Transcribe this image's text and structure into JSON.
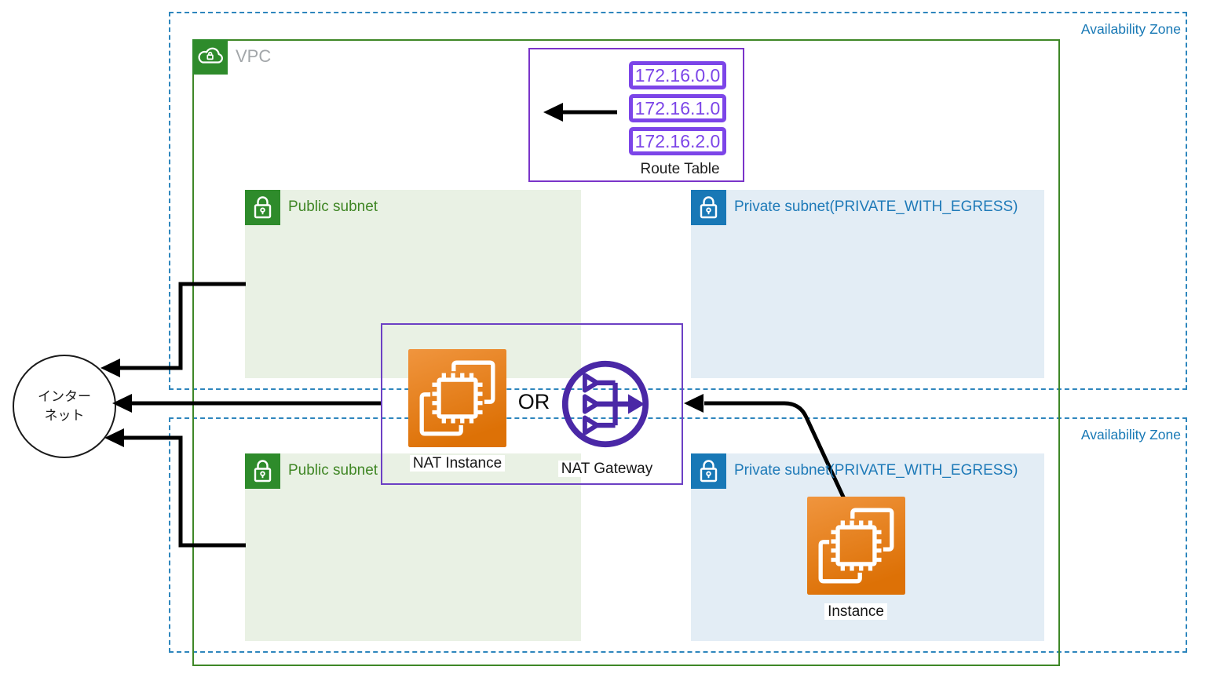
{
  "diagram_title": "AWS VPC NAT architecture diagram",
  "availability_zones": [
    {
      "label": "Availability Zone"
    },
    {
      "label": "Availability Zone"
    }
  ],
  "vpc": {
    "label": "VPC"
  },
  "route_table": {
    "label": "Route Table",
    "routes": [
      "172.16.0.0",
      "172.16.1.0",
      "172.16.2.0"
    ]
  },
  "subnets": [
    {
      "type": "public",
      "label": "Public subnet"
    },
    {
      "type": "private",
      "label": "Private subnet(PRIVATE_WITH_EGRESS)"
    },
    {
      "type": "public",
      "label": "Public subnet"
    },
    {
      "type": "private",
      "label": "Private subnet(PRIVATE_WITH_EGRESS)"
    }
  ],
  "nat": {
    "instance_label": "NAT Instance",
    "or_label": "OR",
    "gateway_label": "NAT Gateway"
  },
  "instance": {
    "label": "Instance"
  },
  "internet": {
    "line1": "インター",
    "line2": "ネット"
  },
  "colors": {
    "az_border_blue": "#2E86BD",
    "az_text_blue": "#1778B5",
    "vpc_border_green": "#3E8727",
    "vpc_label_gray": "#A2A6A9",
    "public_icon_green": "#2E8B2B",
    "public_text_green": "#3F8624",
    "public_subnet_bg": "#E9F1E4",
    "private_icon_blue": "#1878B6",
    "private_text_blue": "#1E7AB8",
    "private_subnet_bg": "#E3EDF5",
    "route_purple": "#7C45E8",
    "nat_box_purple": "#6C40C4",
    "nat_gateway_purple": "#4A28A6",
    "ec2_orange_light": "#F0953E",
    "ec2_orange_dark": "#DD7106",
    "arrow_black": "#000000"
  }
}
